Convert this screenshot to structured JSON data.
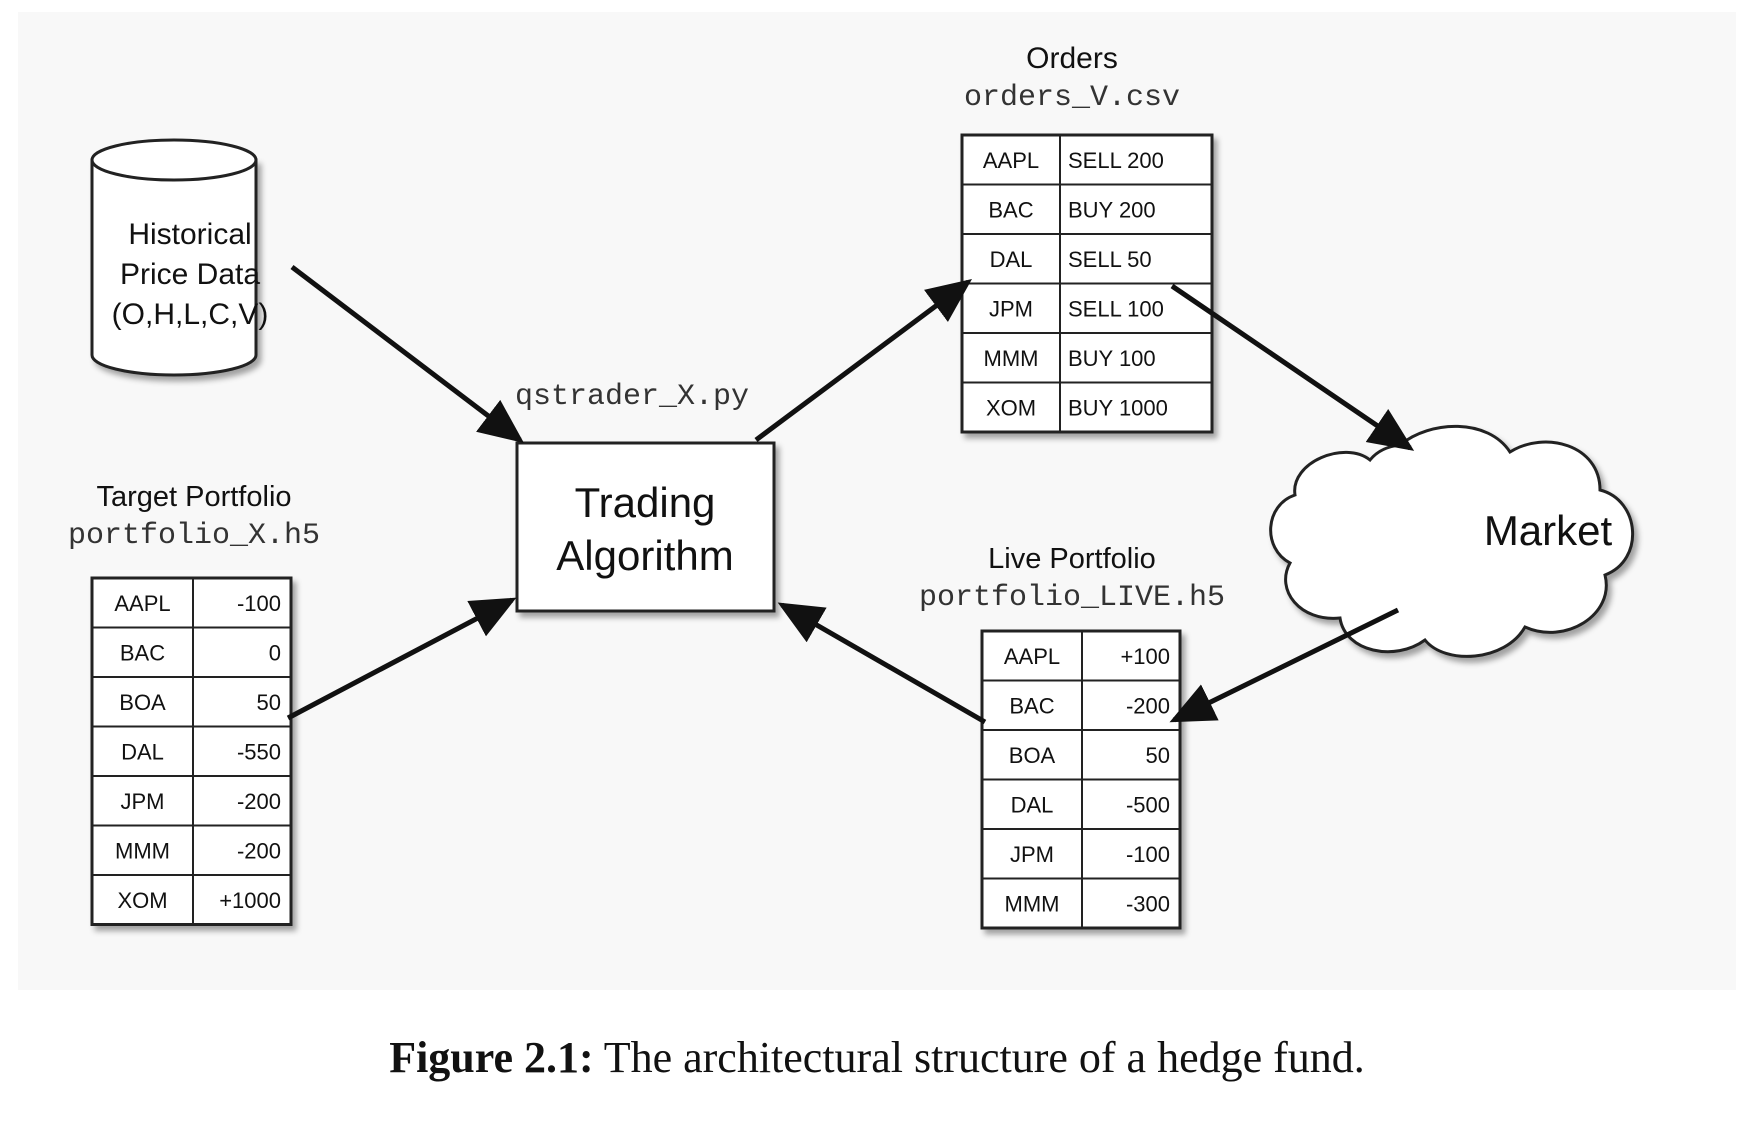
{
  "database": {
    "lines": [
      "Historical",
      "Price Data",
      "(O,H,L,C,V)"
    ]
  },
  "algorithm": {
    "filename": "qstrader_X.py",
    "lines": [
      "Trading",
      "Algorithm"
    ]
  },
  "orders": {
    "title": "Orders",
    "filename": "orders_V.csv",
    "rows": [
      [
        "AAPL",
        "SELL 200"
      ],
      [
        "BAC",
        "BUY 200"
      ],
      [
        "DAL",
        "SELL 50"
      ],
      [
        "JPM",
        "SELL 100"
      ],
      [
        "MMM",
        "BUY 100"
      ],
      [
        "XOM",
        "BUY 1000"
      ]
    ]
  },
  "target_portfolio": {
    "title": "Target Portfolio",
    "filename": "portfolio_X.h5",
    "rows": [
      [
        "AAPL",
        "-100"
      ],
      [
        "BAC",
        "0"
      ],
      [
        "BOA",
        "50"
      ],
      [
        "DAL",
        "-550"
      ],
      [
        "JPM",
        "-200"
      ],
      [
        "MMM",
        "-200"
      ],
      [
        "XOM",
        "+1000"
      ]
    ]
  },
  "live_portfolio": {
    "title": "Live Portfolio",
    "filename": "portfolio_LIVE.h5",
    "rows": [
      [
        "AAPL",
        "+100"
      ],
      [
        "BAC",
        "-200"
      ],
      [
        "BOA",
        "50"
      ],
      [
        "DAL",
        "-500"
      ],
      [
        "JPM",
        "-100"
      ],
      [
        "MMM",
        "-300"
      ]
    ]
  },
  "market": {
    "label": "Market"
  },
  "caption": {
    "label": "Figure 2.1:",
    "text": "The architectural structure of a hedge fund."
  }
}
